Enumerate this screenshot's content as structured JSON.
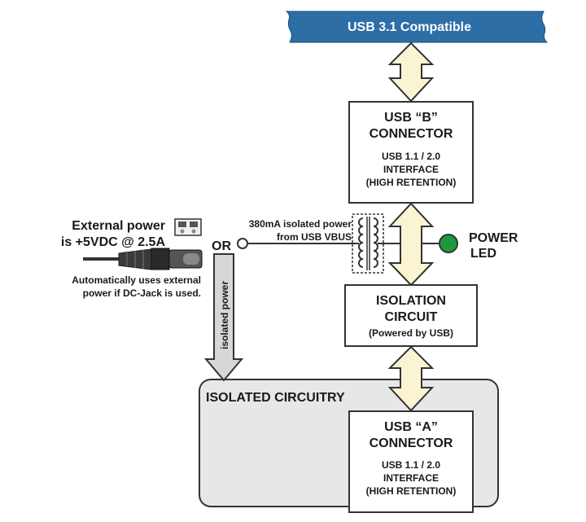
{
  "banner": {
    "label": "USB 3.1 Compatible"
  },
  "usb_b_box": {
    "title_line1": "USB “B”",
    "title_line2": "CONNECTOR",
    "sub_line1": "USB 1.1 / 2.0",
    "sub_line2": "INTERFACE",
    "sub_line3": "(HIGH RETENTION)"
  },
  "isolation_box": {
    "title_line1": "ISOLATION",
    "title_line2": "CIRCUIT",
    "sub_line1": "(Powered by USB)"
  },
  "isolated_region": {
    "label": "ISOLATED CIRCUITRY"
  },
  "usb_a_box": {
    "title_line1": "USB “A”",
    "title_line2": "CONNECTOR",
    "sub_line1": "USB 1.1 / 2.0",
    "sub_line2": "INTERFACE",
    "sub_line3": "(HIGH RETENTION)"
  },
  "power_led": {
    "label_line1": "POWER",
    "label_line2": "LED",
    "color": "#1e9a3c"
  },
  "vbus_power": {
    "line1": "380mA isolated power",
    "line2": "from USB VBUS"
  },
  "external_power": {
    "line1": "External power",
    "line2": "is +5VDC @ 2.5A",
    "note_line1": "Automatically uses external",
    "note_line2": "power if DC-Jack is used."
  },
  "or_label": "OR",
  "isolated_power_arrow": {
    "label": "isolated power"
  },
  "colors": {
    "banner_blue": "#2e6ea6",
    "arrow_fill": "#fbf4d2",
    "region_fill": "#e6e7e9",
    "gray_arrow": "#d7d7d7"
  }
}
